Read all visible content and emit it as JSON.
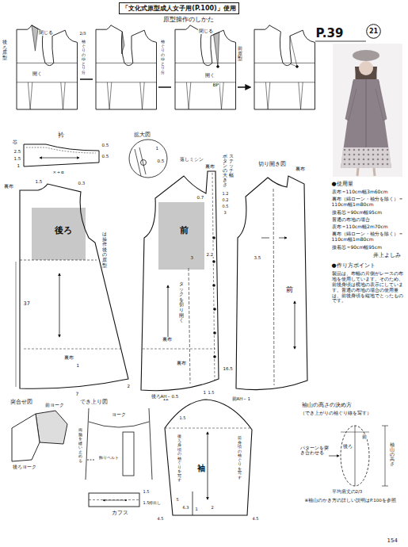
{
  "diagram": {
    "nodes": [
      {
        "text": [
          "「文化式原型成人女子用(P.100)」使用"
        ]
      },
      {
        "text": [
          "21"
        ]
      }
    ],
    "labels": [
      "原型操作のしかた",
      "閉じる",
      "開く",
      "後ろ原型",
      "2/3",
      "袖ぐりのゆとり分",
      "閉じる",
      "開く",
      "前原型",
      "BP",
      "袖ぐりのゆとり分",
      "P.39",
      "●使用量",
      "表布＝110cm幅3m60cm",
      "裏布（綿ローン・袖分を除く）＝110cm幅1m80cm",
      "接着芯＝90cm幅95cm",
      "普通の布地の場合",
      "表布＝110cm幅2m70cm",
      "裏布（綿ローン・袖分を除く）＝110cm幅1m80cm",
      "接着芯＝90cm幅95cm",
      "井上よしみ",
      "●作り方ポイント",
      "製品は、布幅の片側がレースの布地を使用しています。そのため、前後身頃は横地の表示にしています。普通の布地の場合の使用量は、前後身頃を縦地でとったものです。",
      "衿",
      "芯",
      "0.5",
      "0.5",
      "2.5",
      "1.5",
      "1",
      "×＋α",
      "拡大図",
      "1",
      "0.5",
      "裏布",
      "後ろ",
      "は操作後の原型",
      "37",
      "裏布",
      "1",
      "7",
      "1.5",
      "0.3",
      "2",
      "落しミシン",
      "裏布",
      "ボタンの大きさ",
      "ステッチ幅",
      "1.2",
      "0.2",
      "0.5",
      "3",
      "前",
      "0.7",
      "2.2",
      "3",
      "タックを切り開く",
      "裏布",
      "裏布",
      "16.5",
      "12",
      "1",
      "切り開き図",
      "裏布",
      "3.5",
      "前",
      "突合せ図",
      "前ヨーク",
      "後ろヨーク",
      "でき上り図",
      "両脇を縫い止める",
      "ヨーク",
      "飾りベルト",
      "カフス",
      "1.5",
      "1.5持出し",
      "後ろAH－0.5",
      "前AH－1",
      "1.5",
      "1.5",
      "袖",
      "後ろ身頃の袖ぐりを写す",
      "前身頃の袖ぐりを写す",
      "5",
      "6.3",
      "4.5",
      "4.5",
      "2",
      "1",
      "袖山の高さの決め方",
      "（でき上がりの袖ぐり線を写す）",
      "前",
      "後ろ",
      "パターンを突き合わせる",
      "袖山の高さ",
      "平均肩丈の2/3",
      "※袖山のかき方の詳しい説明はP.100を参照",
      "154"
    ]
  }
}
